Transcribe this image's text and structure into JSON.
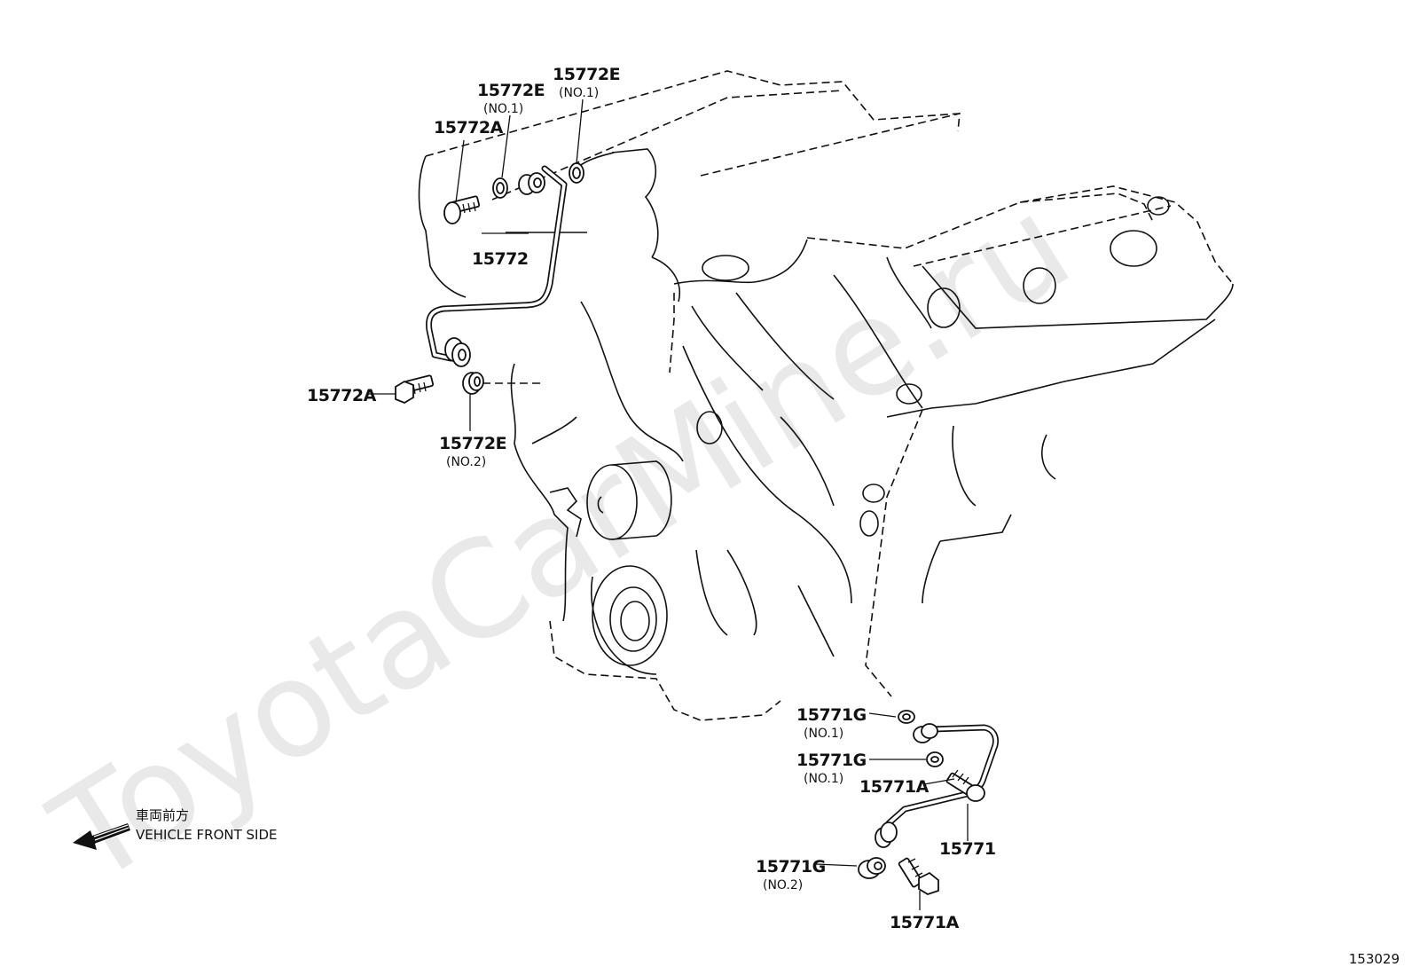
{
  "watermark": "ToyotaCarMine.ru",
  "callouts": {
    "c1": {
      "part": "15772E",
      "note": "(NO.1)"
    },
    "c2": {
      "part": "15772E",
      "note": "(NO.1)"
    },
    "c3": {
      "part": "15772A"
    },
    "c4": {
      "part": "15772"
    },
    "c5": {
      "part": "15772A"
    },
    "c6": {
      "part": "15772E",
      "note": "(NO.2)"
    },
    "c7": {
      "part": "15771G",
      "note": "(NO.1)"
    },
    "c8": {
      "part": "15771G",
      "note": "(NO.1)"
    },
    "c9": {
      "part": "15771A"
    },
    "c10": {
      "part": "15771"
    },
    "c11": {
      "part": "15771G",
      "note": "(NO.2)"
    },
    "c12": {
      "part": "15771A"
    }
  },
  "direction": {
    "jp": "車両前方",
    "en": "VEHICLE FRONT SIDE"
  },
  "ref_number": "153029"
}
